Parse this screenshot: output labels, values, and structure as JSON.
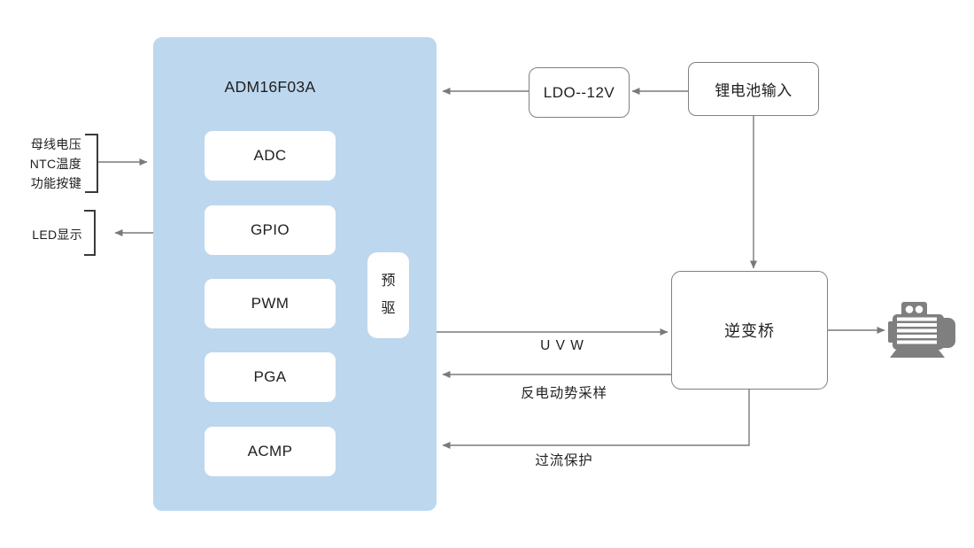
{
  "colors": {
    "chip_fill": "#BDD7EE",
    "box_border": "#808080",
    "arrow_line": "#7A7A7A",
    "bracket": "#3A3A3A",
    "text": "#1F1F1F",
    "motor": "#7F7F7F"
  },
  "chip": {
    "title": "ADM16F03A",
    "modules": [
      "ADC",
      "GPIO",
      "PWM",
      "PGA",
      "ACMP"
    ],
    "predriver": "预驱"
  },
  "blocks": {
    "ldo": "LDO--12V",
    "battery": "锂电池输入",
    "inverter": "逆变桥"
  },
  "io_labels": {
    "bus_group": [
      "母线电压",
      "NTC温度",
      "功能按键"
    ],
    "led": "LED显示"
  },
  "signal_labels": {
    "uvw": "U V W",
    "back_emf": "反电动势采样",
    "overcurrent": "过流保护"
  },
  "icons": {
    "motor": "motor-icon"
  }
}
